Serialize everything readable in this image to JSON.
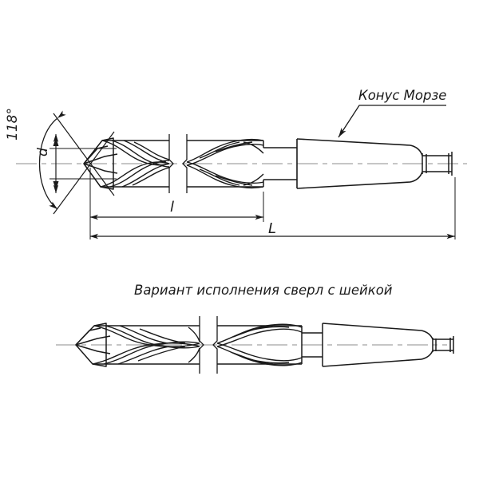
{
  "drawing": {
    "title_note": "Вариант исполнения сверл с шейкой",
    "annotations": {
      "morse_taper": "Конус Морзе",
      "point_angle": "118°",
      "diameter": "d",
      "flute_length": "l",
      "overall_length": "L"
    },
    "colors": {
      "background": "#ffffff",
      "outline": "#1a1a1a",
      "centerline": "#8c8c8c",
      "dimension": "#1a1a1a",
      "text": "#1a1a1a"
    },
    "views": [
      {
        "name": "standard-drill",
        "description": "Сверло спиральное с коническим хвостовиком",
        "features": [
          "drill-point",
          "helical-flutes",
          "break-line",
          "morse-taper-shank",
          "tang"
        ]
      },
      {
        "name": "drill-with-neck",
        "description": "Вариант исполнения сверл с шейкой",
        "features": [
          "drill-point",
          "helical-flutes",
          "break-line",
          "neck",
          "morse-taper-shank",
          "tang"
        ]
      }
    ]
  }
}
